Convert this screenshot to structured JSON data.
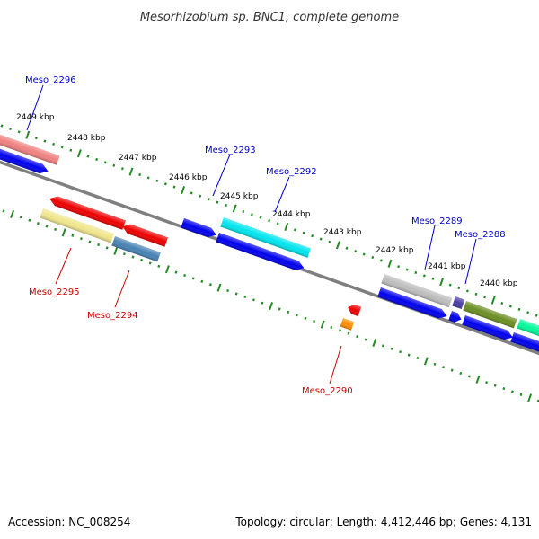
{
  "title": "Mesorhizobium sp. BNC1, complete genome",
  "footer": {
    "accession": "Accession: NC_008254",
    "summary": "Topology: circular; Length: 4,412,446 bp; Genes: 4,131"
  },
  "colors": {
    "backbone": "#808080",
    "tick": "#228b22",
    "forward_label": "#0000cd",
    "reverse_label": "#cc0000"
  },
  "kbp_labels": [
    "2449 kbp",
    "2448 kbp",
    "2447 kbp",
    "2446 kbp",
    "2445 kbp",
    "2444 kbp",
    "2443 kbp",
    "2442 kbp",
    "2441 kbp",
    "2440 kbp"
  ],
  "gene_labels": {
    "meso_2296": "Meso_2296",
    "meso_2293": "Meso_2293",
    "meso_2292": "Meso_2292",
    "meso_2289": "Meso_2289",
    "meso_2288": "Meso_2288",
    "meso_2295": "Meso_2295",
    "meso_2294": "Meso_2294",
    "meso_2290": "Meso_2290"
  }
}
